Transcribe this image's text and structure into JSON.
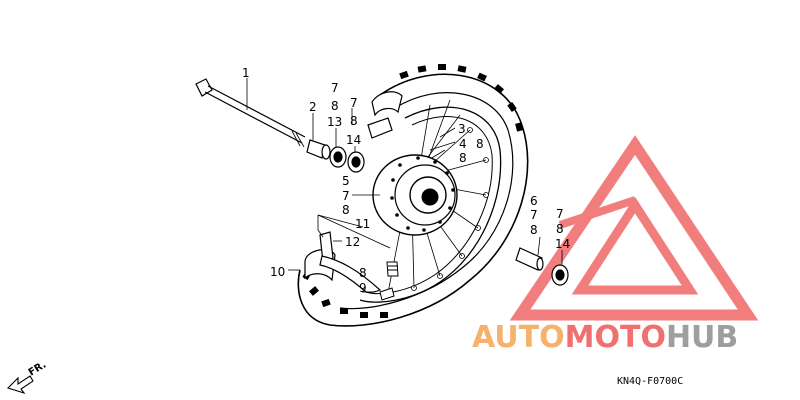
{
  "diagram": {
    "callouts": [
      {
        "id": "c1",
        "text": "1"
      },
      {
        "id": "c2",
        "text": "2"
      },
      {
        "id": "c13",
        "text": "13"
      },
      {
        "id": "c14a",
        "text": "14"
      },
      {
        "id": "c7a",
        "text": "7"
      },
      {
        "id": "c8a",
        "text": "8"
      },
      {
        "id": "c7b",
        "text": "7"
      },
      {
        "id": "c8b",
        "text": "8"
      },
      {
        "id": "c3",
        "text": "3"
      },
      {
        "id": "c4",
        "text": "4"
      },
      {
        "id": "c8c",
        "text": "8"
      },
      {
        "id": "c8d",
        "text": "8"
      },
      {
        "id": "c5",
        "text": "5"
      },
      {
        "id": "c7c",
        "text": "7"
      },
      {
        "id": "c8e",
        "text": "8"
      },
      {
        "id": "c11",
        "text": "11"
      },
      {
        "id": "c12",
        "text": "12"
      },
      {
        "id": "c10",
        "text": "10"
      },
      {
        "id": "c8f",
        "text": "8"
      },
      {
        "id": "c9",
        "text": "9"
      },
      {
        "id": "c6",
        "text": "6"
      },
      {
        "id": "c7d",
        "text": "7"
      },
      {
        "id": "c8g",
        "text": "8"
      },
      {
        "id": "c7e",
        "text": "7"
      },
      {
        "id": "c8h",
        "text": "8"
      },
      {
        "id": "c14b",
        "text": "14"
      }
    ],
    "direction_label": "FR.",
    "drawing_code": "KN4Q-F0700C"
  },
  "watermark": {
    "text_auto": "AUTO",
    "text_moto": "MOTO",
    "text_hub": "HUB",
    "color_orange": "#f6b26b",
    "color_red": "#f07070",
    "color_gray": "#9e9e9e"
  }
}
